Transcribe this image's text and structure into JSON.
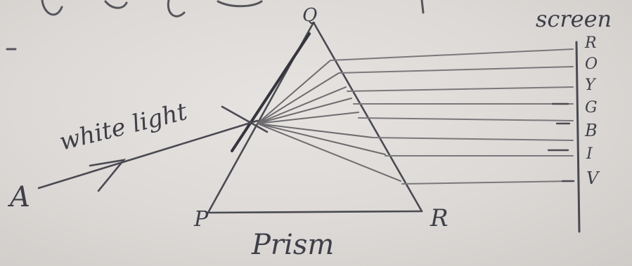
{
  "diagram": {
    "labels": {
      "incident_ray_label": "white light",
      "point_a": "A",
      "prism_label": "Prism",
      "vertex_p": "P",
      "vertex_q": "Q",
      "vertex_r": "R",
      "screen_label": "screen"
    },
    "spectrum": [
      "R",
      "O",
      "Y",
      "G",
      "B",
      "I",
      "V"
    ],
    "colors": {
      "ink": "#3e3f48",
      "pencil": "#6e6c70",
      "paper": "#e2dfdc"
    }
  }
}
